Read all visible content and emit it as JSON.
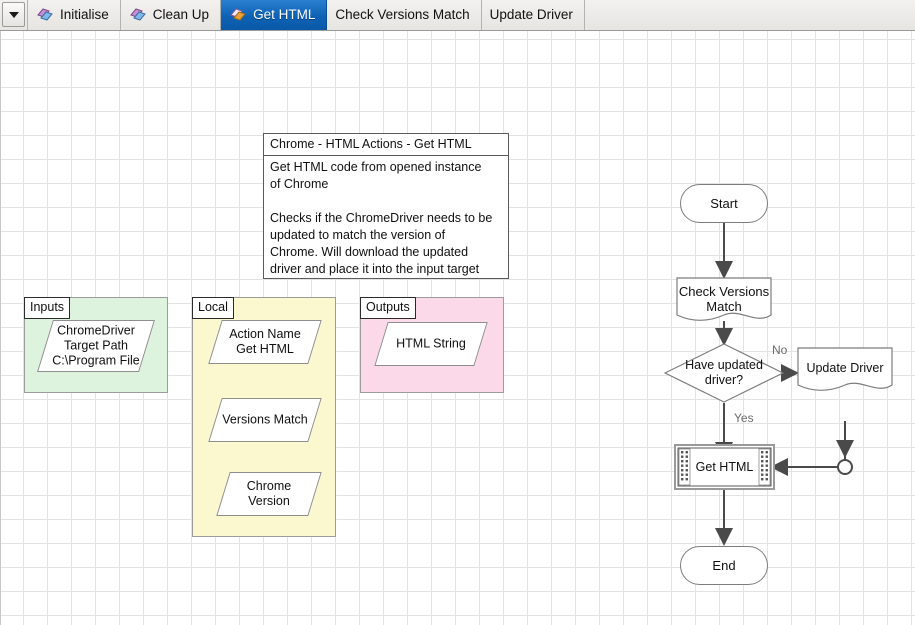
{
  "window": {
    "tab_dropdown_icon": "chevron-down-icon"
  },
  "tabs": [
    {
      "label": "Initialise",
      "icon": "pages-icon",
      "selected": false
    },
    {
      "label": "Clean Up",
      "icon": "pages-icon",
      "selected": false
    },
    {
      "label": "Get HTML",
      "icon": "pages-icon",
      "selected": true
    },
    {
      "label": "Check Versions Match",
      "icon": "",
      "selected": false
    },
    {
      "label": "Update Driver",
      "icon": "",
      "selected": false
    }
  ],
  "note": {
    "title": "Chrome - HTML Actions - Get HTML",
    "body": "Get HTML code from opened instance\nof Chrome\n\nChecks if the ChromeDriver needs to be\nupdated to match the version of\nChrome. Will download the updated\ndriver and place it into the input target"
  },
  "regions": {
    "inputs": {
      "label": "Inputs",
      "color": "#ddf3dd",
      "items": [
        {
          "text": "ChromeDriver\nTarget Path\nC:\\Program File"
        }
      ]
    },
    "local": {
      "label": "Local",
      "color": "#fbf8cf",
      "items": [
        {
          "text": "Action Name\nGet HTML"
        },
        {
          "text": "Versions Match"
        },
        {
          "text": "Chrome\nVersion"
        }
      ]
    },
    "outputs": {
      "label": "Outputs",
      "color": "#fbd9e8",
      "items": [
        {
          "text": "HTML String"
        }
      ]
    }
  },
  "flowchart": {
    "nodes": {
      "start": "Start",
      "check_versions": "Check Versions\nMatch",
      "decision": "Have updated\ndriver?",
      "update_driver": "Update Driver",
      "get_html": "Get HTML",
      "end": "End"
    },
    "edge_labels": {
      "no": "No",
      "yes": "Yes"
    }
  },
  "colors": {
    "selected_tab": "#0d62b5",
    "inputs_region": "#ddf3dd",
    "local_region": "#fbf8cf",
    "outputs_region": "#fbd9e8",
    "grid_line": "#e3e3e3",
    "shape_stroke": "#7d7d7d"
  }
}
